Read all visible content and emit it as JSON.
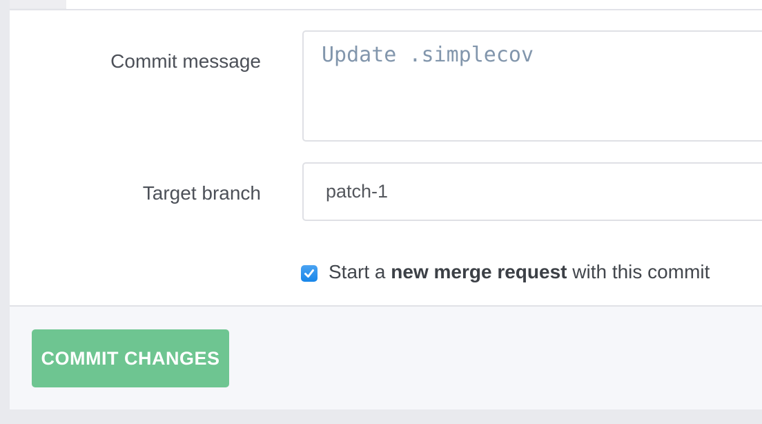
{
  "form": {
    "commit_message": {
      "label": "Commit message",
      "value": "Update .simplecov"
    },
    "target_branch": {
      "label": "Target branch",
      "value": "patch-1"
    },
    "start_merge_request": {
      "checked": "true",
      "prefix": "Start a ",
      "bold": "new merge request",
      "suffix": " with this commit"
    }
  },
  "footer": {
    "commit_button_label": "COMMIT CHANGES"
  },
  "colors": {
    "button_green": "#6ec591",
    "checkbox_blue": "#2b90ea",
    "commit_message_text": "#8296ac",
    "footer_background": "#f6f7fa"
  }
}
